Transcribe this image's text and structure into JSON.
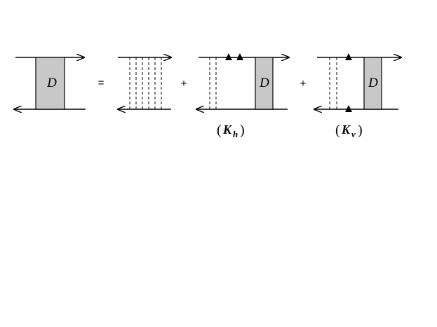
{
  "diagram": {
    "vertex_label": "D",
    "equals_sign": "=",
    "plus_sign": "+",
    "kernel_h_label": "K",
    "kernel_h_subscript": "h",
    "kernel_v_label": "K",
    "kernel_v_subscript": "v",
    "open_paren": "(",
    "close_paren": ")",
    "colors": {
      "line": "#000000",
      "vertex_fill": "#c8c8c8"
    }
  }
}
